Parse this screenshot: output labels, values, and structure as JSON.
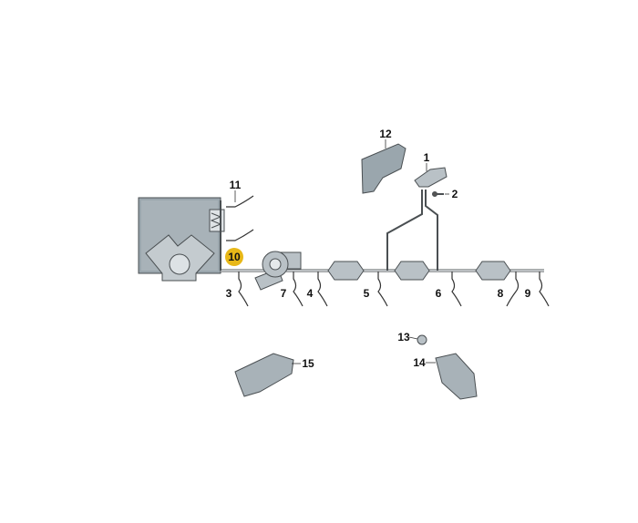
{
  "diagram": {
    "colors": {
      "part_fill": "#b9c1c6",
      "block_fill": "#9aa6ad",
      "outline": "#4a4f52",
      "highlight": "#e8b818"
    },
    "callouts": [
      {
        "id": "1",
        "label": "1"
      },
      {
        "id": "2",
        "label": "2"
      },
      {
        "id": "3",
        "label": "3"
      },
      {
        "id": "4",
        "label": "4"
      },
      {
        "id": "5",
        "label": "5"
      },
      {
        "id": "6",
        "label": "6"
      },
      {
        "id": "7",
        "label": "7"
      },
      {
        "id": "8",
        "label": "8"
      },
      {
        "id": "9",
        "label": "9"
      },
      {
        "id": "10",
        "label": "10",
        "highlighted": true
      },
      {
        "id": "11",
        "label": "11"
      },
      {
        "id": "12",
        "label": "12"
      },
      {
        "id": "13",
        "label": "13"
      },
      {
        "id": "14",
        "label": "14"
      },
      {
        "id": "15",
        "label": "15"
      }
    ]
  }
}
